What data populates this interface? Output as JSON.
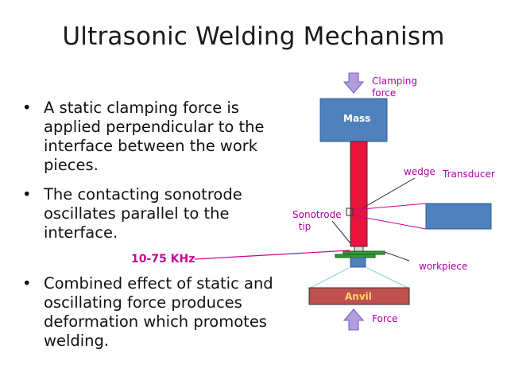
{
  "slide": {
    "title": "Ultrasonic Welding Mechanism",
    "bullets": [
      {
        "text": "A static clamping force is\napplied perpendicular to the\ninterface between the work\npieces."
      },
      {
        "text": "The contacting  sonotrode\noscillates parallel to the\ninterface."
      },
      {
        "text": "Combined effect of static and\noscillating force produces\ndeformation which promotes\nwelding."
      }
    ],
    "frequency_label": "10-75 KHz"
  },
  "diagram": {
    "labels": {
      "clamping_force": "Clamping\nforce",
      "mass": "Mass",
      "wedge": "wedge",
      "transducer": "Transducer",
      "sonotrode_tip": "Sonotrode\n  tip",
      "workpiece": "workpiece",
      "anvil": "Anvil",
      "force": "Force"
    },
    "colors": {
      "mass_fill": "#4f81bd",
      "sonotrode_fill": "#e8143c",
      "anvil_fill": "#c0504d",
      "workpiece_fill": "#339933",
      "label_color": "#b100a6",
      "arrow_fill": "#b39ddb",
      "leader_line": "#cc0099"
    }
  }
}
